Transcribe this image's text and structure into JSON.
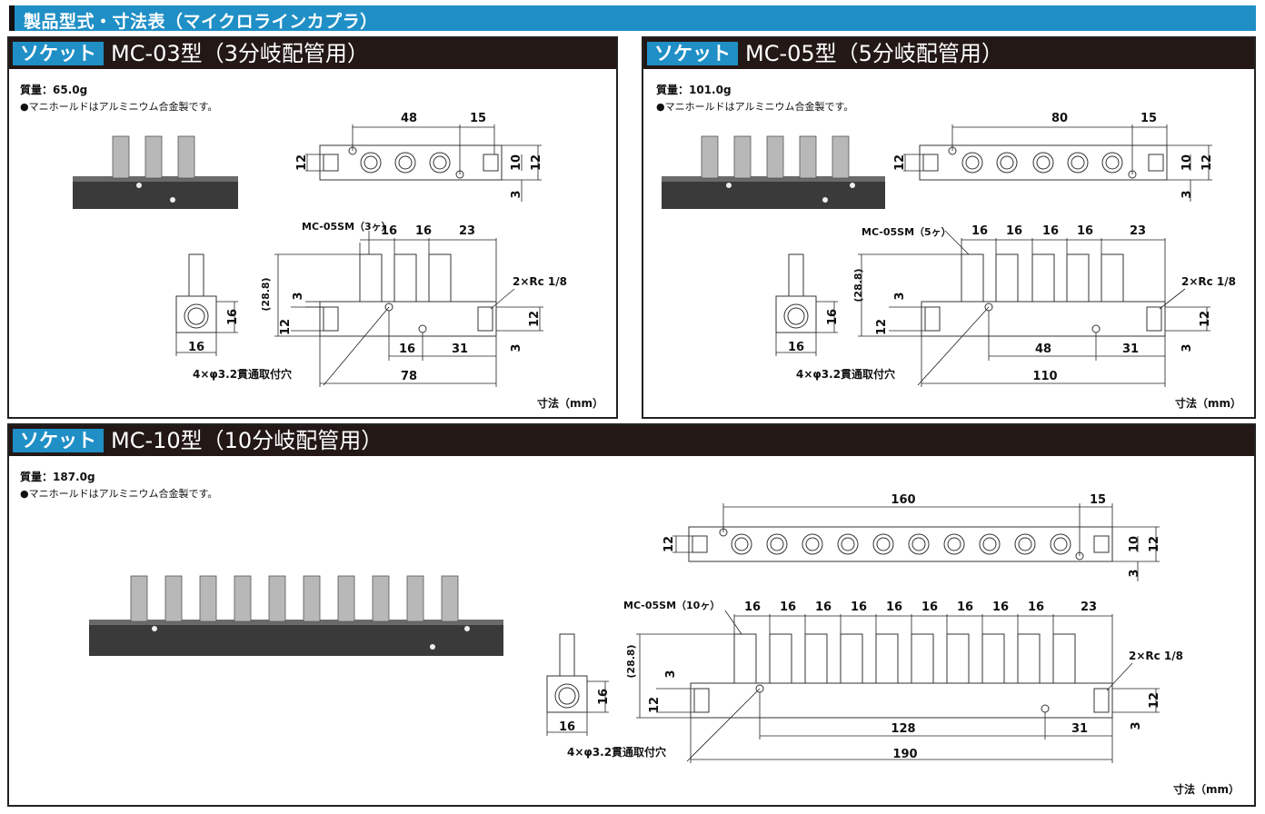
{
  "header": {
    "title": "製品型式・寸法表（マイクロラインカプラ）"
  },
  "panels": {
    "mc03": {
      "badge": "ソケット",
      "model": "MC-03型（3分岐配管用）",
      "mass": "質量：65.0g",
      "note": "●マニホールドはアルミニウム合金製です。",
      "unit": "寸法（mm）",
      "dims": {
        "pitch": "48",
        "end": "15",
        "h12a": "12",
        "h10": "10",
        "h12b": "12",
        "h3": "3",
        "socket_label": "MC-05SM（3ヶ）",
        "p1": "16",
        "p2": "16",
        "p3": "23",
        "height": "(28.8)",
        "v3": "3",
        "v12": "12",
        "port": "2×Rc 1/8",
        "side16a": "16",
        "side16b": "16",
        "b16": "16",
        "b31": "31",
        "r12": "12",
        "r3": "3",
        "hole": "4×φ3.2貫通取付穴",
        "total": "78"
      }
    },
    "mc05": {
      "badge": "ソケット",
      "model": "MC-05型（5分岐配管用）",
      "mass": "質量：101.0g",
      "note": "●マニホールドはアルミニウム合金製です。",
      "unit": "寸法（mm）",
      "dims": {
        "pitch": "80",
        "end": "15",
        "h12a": "12",
        "h10": "10",
        "h12b": "12",
        "h3": "3",
        "socket_label": "MC-05SM（5ヶ）",
        "p": [
          "16",
          "16",
          "16",
          "16"
        ],
        "p_end": "23",
        "height": "(28.8)",
        "v3": "3",
        "v12": "12",
        "port": "2×Rc 1/8",
        "side16a": "16",
        "side16b": "16",
        "b48": "48",
        "b31": "31",
        "r12": "12",
        "r3": "3",
        "hole": "4×φ3.2貫通取付穴",
        "total": "110"
      }
    },
    "mc10": {
      "badge": "ソケット",
      "model": "MC-10型（10分岐配管用）",
      "mass": "質量：187.0g",
      "note": "●マニホールドはアルミニウム合金製です。",
      "unit": "寸法（mm）",
      "dims": {
        "pitch": "160",
        "end": "15",
        "h12a": "12",
        "h10": "10",
        "h12b": "12",
        "h3": "3",
        "socket_label": "MC-05SM（10ヶ）",
        "p": [
          "16",
          "16",
          "16",
          "16",
          "16",
          "16",
          "16",
          "16",
          "16"
        ],
        "p_end": "23",
        "height": "(28.8)",
        "v3": "3",
        "v12": "12",
        "port": "2×Rc 1/8",
        "side16a": "16",
        "side16b": "16",
        "b128": "128",
        "b31": "31",
        "r12": "12",
        "r3": "3",
        "hole": "4×φ3.2貫通取付穴",
        "total": "190"
      }
    }
  },
  "colors": {
    "accent": "#1f8fc6",
    "title_bar": "#231816"
  }
}
